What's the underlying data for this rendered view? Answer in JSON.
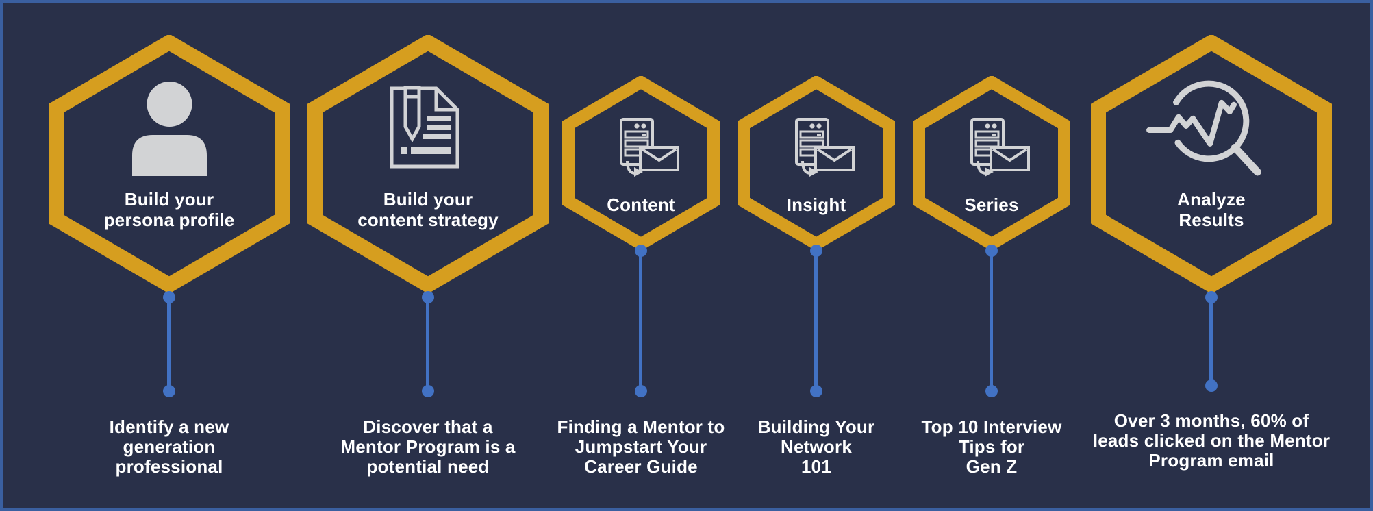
{
  "title": "Mentor program email campaign infographic",
  "colors": {
    "background": "#293049",
    "frame": "#3A5FA0",
    "gold": "#D69E1F",
    "blue": "#4272C4",
    "icon_gray": "#D2D3D5",
    "text": "#FFFFFF"
  },
  "steps": [
    {
      "id": "persona",
      "size": "large",
      "icon": "person-icon",
      "label": "Build your\npersona profile",
      "caption": "Identify a new\ngeneration\nprofessional"
    },
    {
      "id": "strategy",
      "size": "large",
      "icon": "document-pencil-icon",
      "label": "Build your\ncontent strategy",
      "caption": "Discover that a\nMentor Program is a\npotential need"
    },
    {
      "id": "content",
      "size": "small",
      "icon": "email-server-icon",
      "label": "Content",
      "caption": "Finding a Mentor to\nJumpstart Your\nCareer Guide"
    },
    {
      "id": "insight",
      "size": "small",
      "icon": "email-server-icon",
      "label": "Insight",
      "caption": "Building Your\nNetwork\n101"
    },
    {
      "id": "series",
      "size": "small",
      "icon": "email-server-icon",
      "label": "Series",
      "caption": "Top 10 Interview\nTips for\nGen Z"
    },
    {
      "id": "analyze",
      "size": "large",
      "icon": "analyze-results-icon",
      "label": "Analyze\nResults",
      "caption": "Over 3 months, 60% of\nleads clicked on the Mentor\nProgram email"
    }
  ]
}
